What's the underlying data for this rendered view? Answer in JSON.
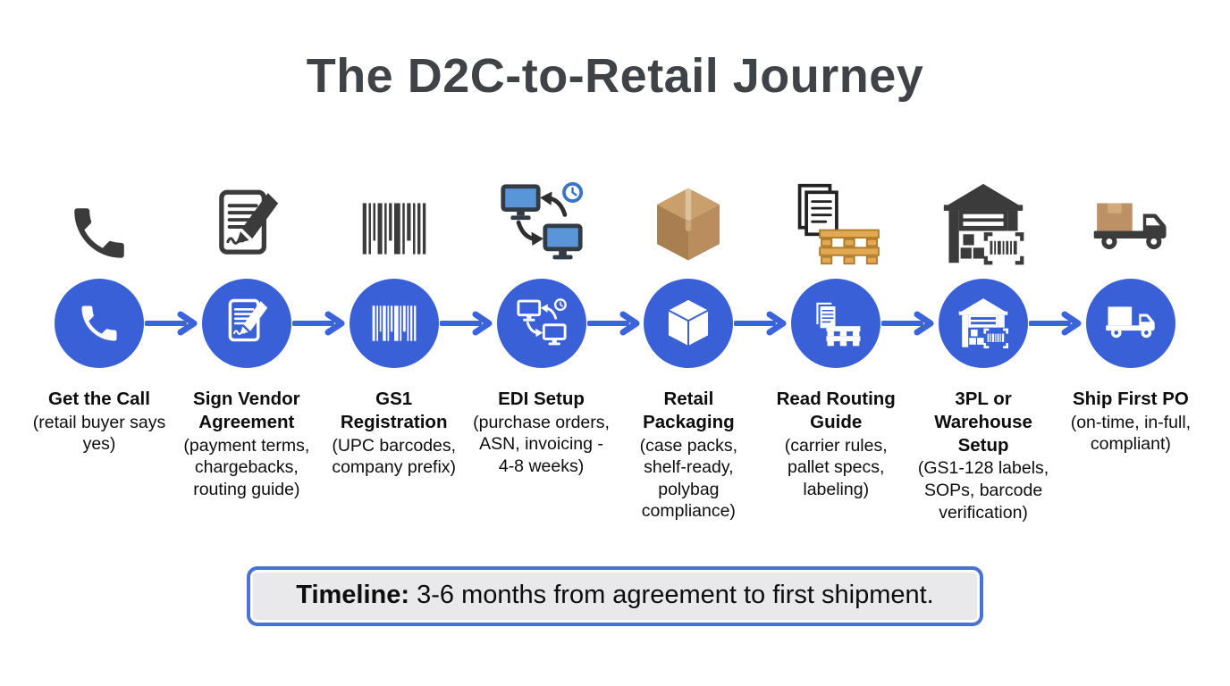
{
  "title": "The D2C-to-Retail Journey",
  "steps": [
    {
      "icon": "phone-icon",
      "title": "Get the Call",
      "description": "(retail buyer says yes)"
    },
    {
      "icon": "signed-contract-icon",
      "title": "Sign Vendor Agreement",
      "description": "(payment terms, chargebacks, routing guide)"
    },
    {
      "icon": "barcode-icon",
      "title": "GS1 Registration",
      "description": "(UPC barcodes, company prefix)"
    },
    {
      "icon": "computers-sync-icon",
      "title": "EDI Setup",
      "description": "(purchase orders, ASN, invoicing - 4-8 weeks)"
    },
    {
      "icon": "cardboard-box-icon",
      "title": "Retail Packaging",
      "description": "(case packs, shelf-ready, polybag compliance)"
    },
    {
      "icon": "documents-pallet-icon",
      "title": "Read Routing Guide",
      "description": "(carrier rules, pallet specs, labeling)"
    },
    {
      "icon": "warehouse-icon",
      "title": "3PL or Warehouse Setup",
      "description": "(GS1-128 labels, SOPs, barcode verification)"
    },
    {
      "icon": "delivery-truck-icon",
      "title": "Ship First PO",
      "description": "(on-time, in-full, compliant)"
    }
  ],
  "timeline": {
    "label": "Timeline:",
    "text": " 3-6 months from agreement to first shipment."
  },
  "colors": {
    "accent_blue": "#3a60d8",
    "arrow_blue": "#3a63dc",
    "title_gray": "#3f4347",
    "timeline_border": "#4a72d2",
    "timeline_bg": "#e9e9eb",
    "icon_dark": "#3b3b3b",
    "box_brown": "#ba8d5e",
    "pallet_tan": "#e2a852",
    "screen_blue": "#5a95d8"
  }
}
